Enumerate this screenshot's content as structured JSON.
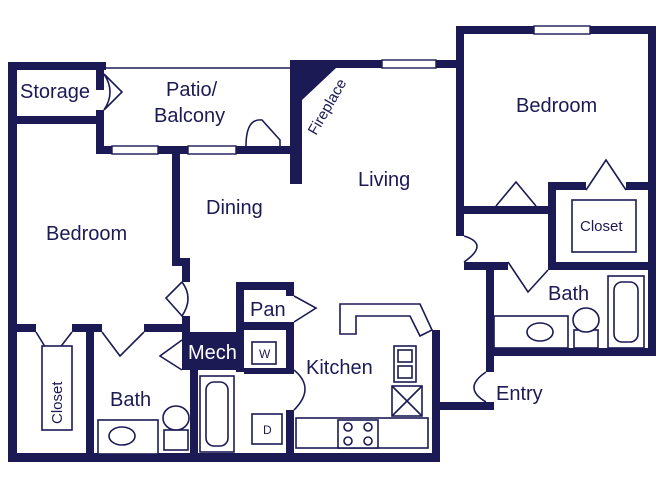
{
  "colors": {
    "wall": "#1b1a55",
    "background": "#ffffff"
  },
  "rooms": {
    "storage": "Storage",
    "patio_line1": "Patio/",
    "patio_line2": "Balcony",
    "fireplace": "Fireplace",
    "bedroom_left": "Bedroom",
    "bedroom_right": "Bedroom",
    "dining": "Dining",
    "living": "Living",
    "closet_right": "Closet",
    "closet_left": "Closet",
    "bath_right": "Bath",
    "bath_left": "Bath",
    "pan": "Pan",
    "mech": "Mech",
    "kitchen": "Kitchen",
    "entry": "Entry"
  },
  "appliances": {
    "washer": "W",
    "dryer": "D"
  }
}
